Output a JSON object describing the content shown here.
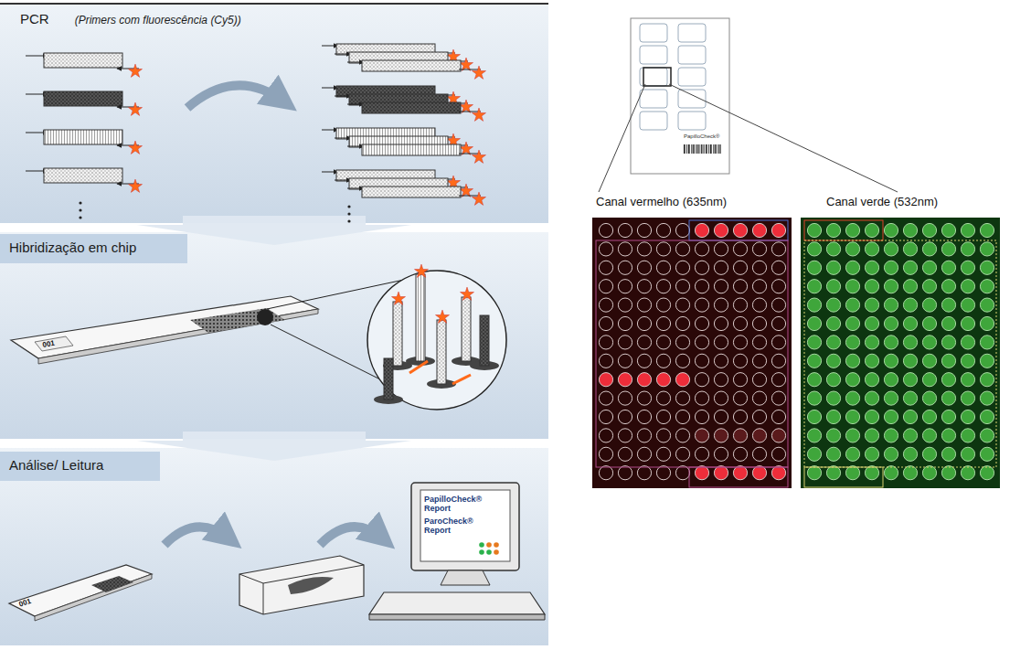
{
  "diagram": {
    "nodes": [
      {
        "text": [
          "PCR",
          "(Primers com fluorescência (Cy5))"
        ]
      },
      {
        "text": [
          "Hibridização em chip"
        ]
      },
      {
        "text": [
          "Análise/ Leitura"
        ]
      }
    ],
    "labels": [
      "Canal vermelho (635nm)",
      "Canal verde (532nm)",
      "001",
      "001",
      "PapilloCheck® Report",
      "ParoCheck® Report",
      "PapilloCheck®"
    ]
  }
}
